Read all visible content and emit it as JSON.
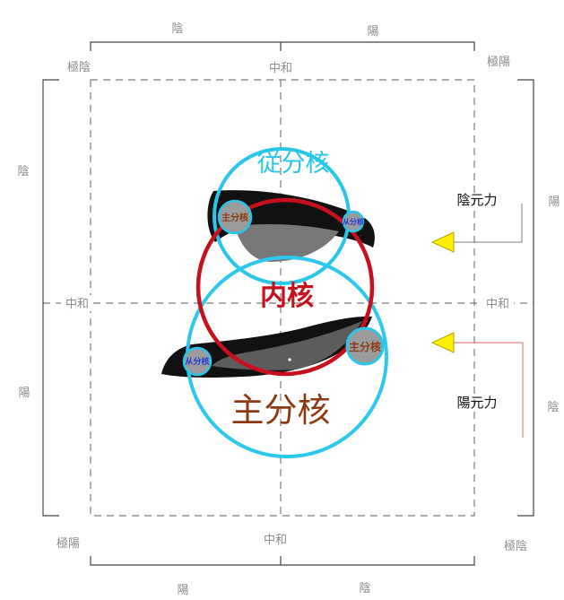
{
  "labels": {
    "top_left": "陰",
    "top_right": "陽",
    "bottom_left": "陽",
    "bottom_right": "陰",
    "left_top": "陰",
    "left_bottom": "陽",
    "right_top": "陽",
    "right_bottom": "陰",
    "corner_top_left": "極陰",
    "corner_top_right": "極陽",
    "corner_bottom_left": "極陽",
    "corner_bottom_right": "極陰",
    "center_top": "中和",
    "center_bottom": "中和",
    "center_left": "中和",
    "center_right": "中和"
  },
  "cores": {
    "inner": "内核",
    "secondary": "従分核",
    "primary": "主分核",
    "small_primary_upper": "主分核",
    "small_secondary_upper": "从分核",
    "small_primary_lower": "主分核",
    "small_secondary_lower": "从分核"
  },
  "forces": {
    "yin": "陰元力",
    "yang": "陽元力"
  },
  "colors": {
    "secondary_ring": "#29c6ea",
    "primary_ring": "#2ec8ee",
    "inner_ring": "#c8101d",
    "primary_text": "#8b3a12",
    "inner_text": "#c8101d",
    "small_secondary_text": "#1f3bd6",
    "arrow_fill": "#ffee00",
    "arrow_stroke": "#b5a200",
    "guide_gray": "#7d7d7d",
    "guide_red": "#e06666",
    "dash_gray": "#7a7a7a"
  }
}
